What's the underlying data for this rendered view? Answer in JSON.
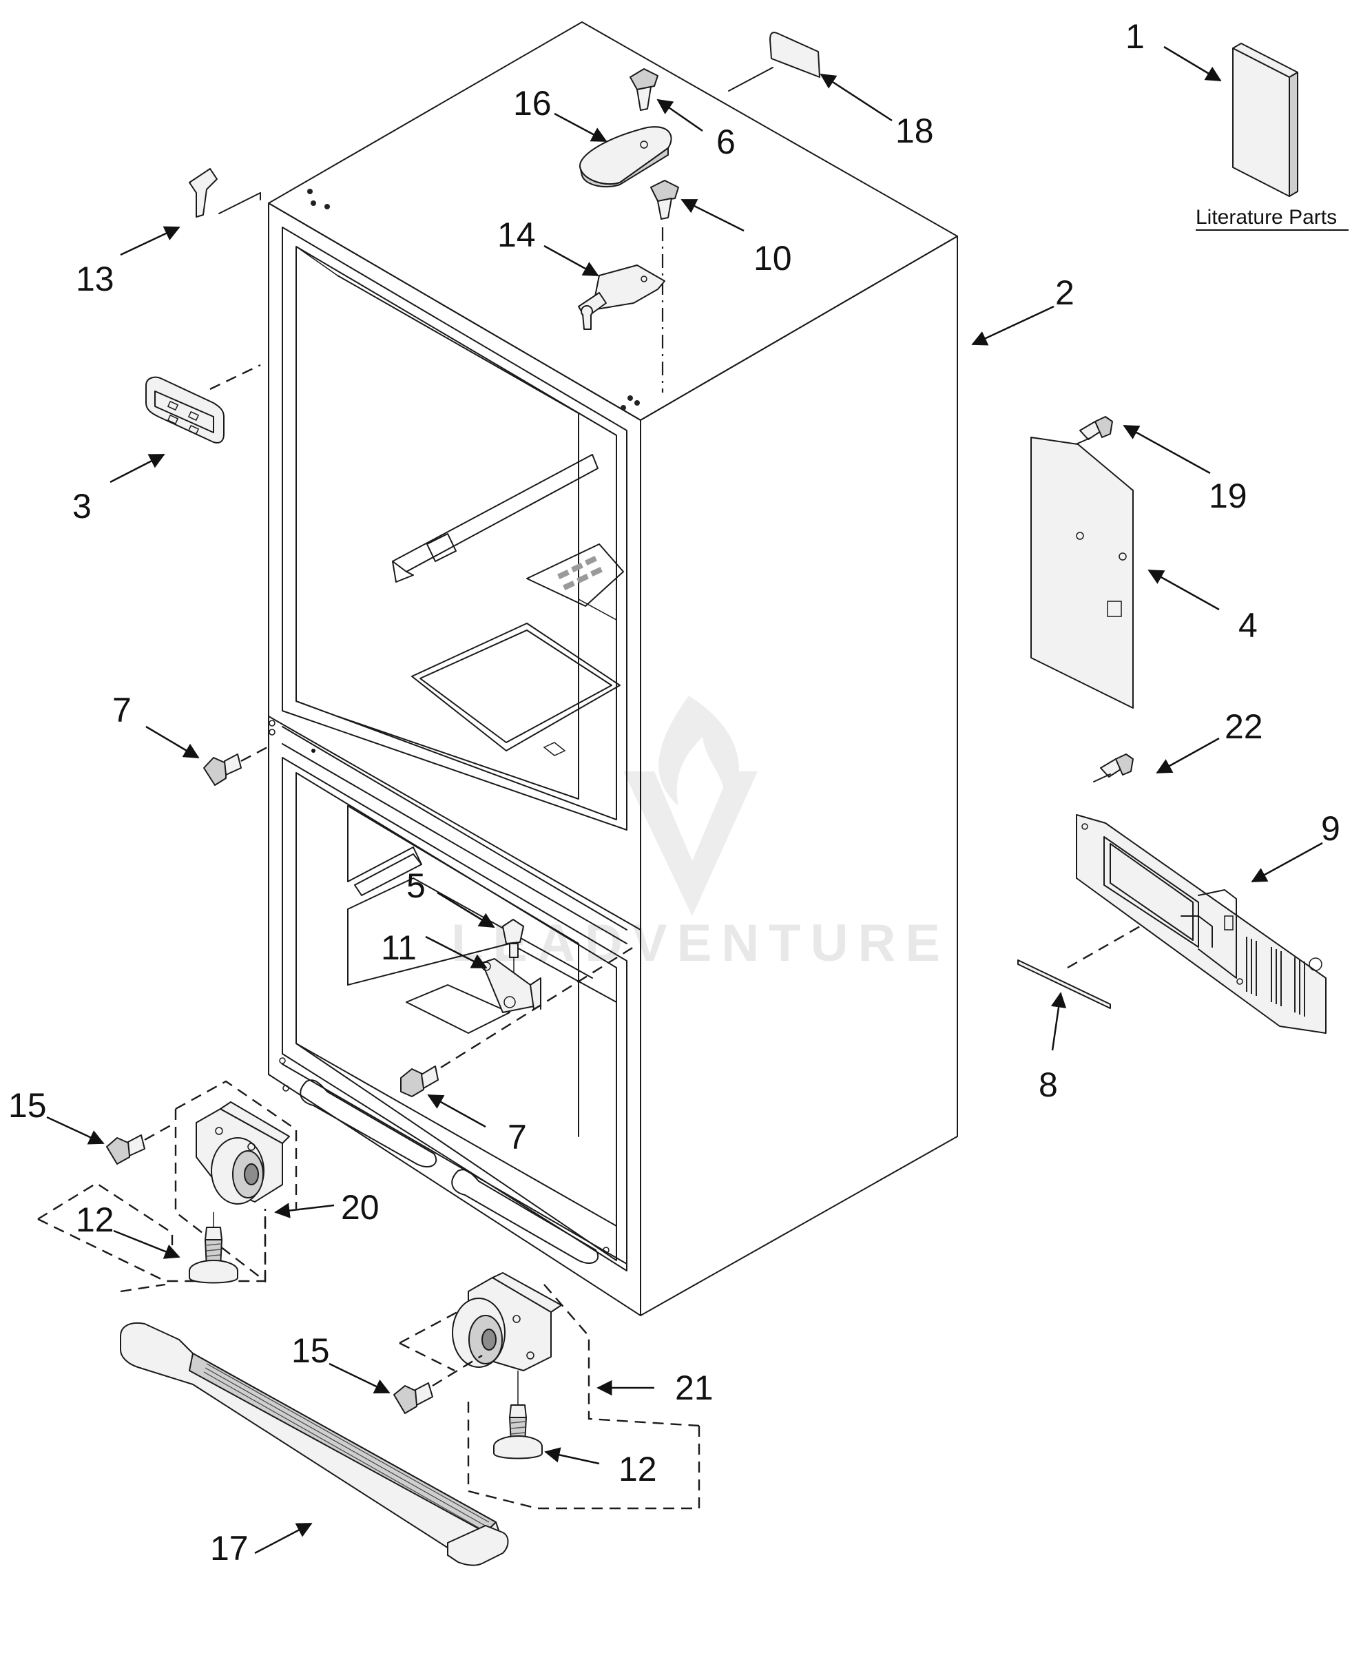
{
  "callouts": [
    {
      "id": "c1",
      "label": "1"
    },
    {
      "id": "c2",
      "label": "2"
    },
    {
      "id": "c3",
      "label": "3"
    },
    {
      "id": "c4",
      "label": "4"
    },
    {
      "id": "c5",
      "label": "5"
    },
    {
      "id": "c6",
      "label": "6"
    },
    {
      "id": "c7a",
      "label": "7"
    },
    {
      "id": "c7b",
      "label": "7"
    },
    {
      "id": "c8",
      "label": "8"
    },
    {
      "id": "c9",
      "label": "9"
    },
    {
      "id": "c10",
      "label": "10"
    },
    {
      "id": "c11",
      "label": "11"
    },
    {
      "id": "c12a",
      "label": "12"
    },
    {
      "id": "c12b",
      "label": "12"
    },
    {
      "id": "c13",
      "label": "13"
    },
    {
      "id": "c14",
      "label": "14"
    },
    {
      "id": "c15a",
      "label": "15"
    },
    {
      "id": "c15b",
      "label": "15"
    },
    {
      "id": "c16",
      "label": "16"
    },
    {
      "id": "c17",
      "label": "17"
    },
    {
      "id": "c18",
      "label": "18"
    },
    {
      "id": "c19",
      "label": "19"
    },
    {
      "id": "c20",
      "label": "20"
    },
    {
      "id": "c21",
      "label": "21"
    },
    {
      "id": "c22",
      "label": "22"
    }
  ],
  "literature_label": "Literature Parts",
  "watermark": "LEADVENTURE"
}
